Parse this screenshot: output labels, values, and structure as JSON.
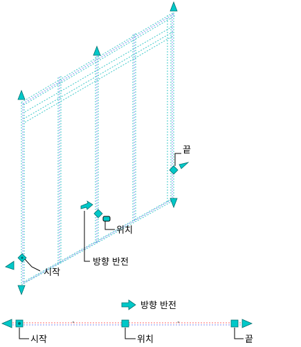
{
  "labels": {
    "end": "끝",
    "location": "위치",
    "flip": "방향 반전",
    "start": "시작"
  },
  "colors": {
    "grip": "#00c8c8",
    "grip_stroke": "#006e6e",
    "wall_primary": "#3cc8c8",
    "wall_secondary": "#7f8ff0",
    "bottom_line": "#ff6a6a",
    "ink": "#000000"
  },
  "icons": {
    "start_grip": "square-grip-icon",
    "location_grip": "diamond-grip-icon",
    "end_grip": "diamond-grip-icon",
    "flip_grip": "arrow-right-icon",
    "extent_grip": "triangle-arrow-icon",
    "location_marker": "rounded-rect-marker-icon"
  }
}
